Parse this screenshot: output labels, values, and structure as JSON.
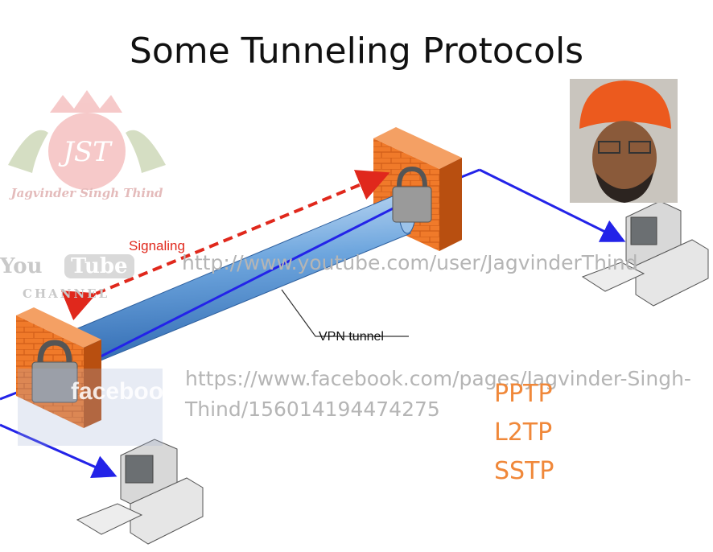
{
  "title": "Some Tunneling Protocols",
  "diagram": {
    "signaling_label": "Signaling",
    "vpn_label": "VPN tunnel"
  },
  "watermarks": {
    "logo_letters": "JST",
    "logo_caption": "Jagvinder Singh Thind",
    "youtube_you": "You",
    "youtube_tube": "Tube",
    "youtube_channel": "CHANNEL",
    "youtube_url": "http://www.youtube.com/user/JagvinderThind",
    "facebook_brand": "facebook",
    "facebook_url_line1": "https://www.facebook.com/pages/Jagvinder-Singh-",
    "facebook_url_line2": "Thind/156014194474275"
  },
  "protocols": [
    "PPTP",
    "L2TP",
    "SSTP"
  ],
  "colors": {
    "tunnel": "#4f8ed3",
    "link": "#2323e8",
    "signal": "#e0281c",
    "firewall": "#f07a2a",
    "protocol_text": "#f0883a"
  }
}
